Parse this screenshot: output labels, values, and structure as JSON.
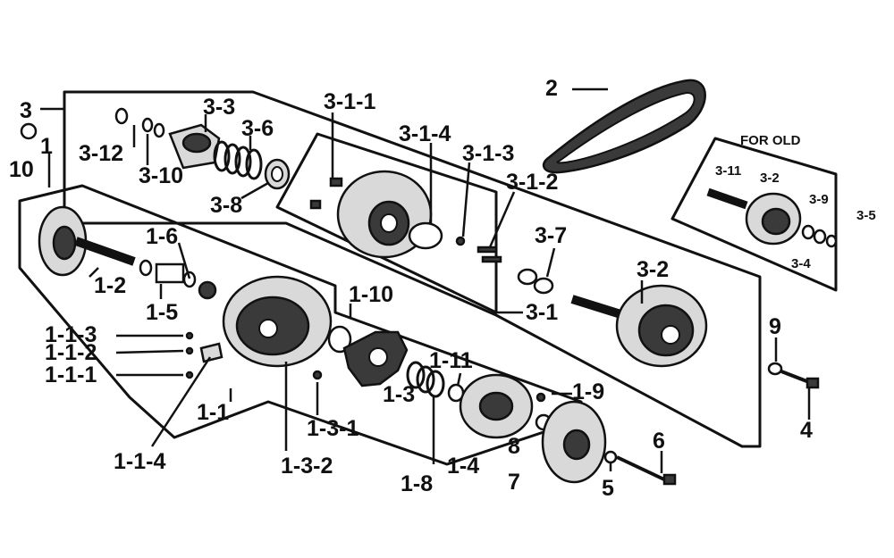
{
  "diagram": {
    "colors": {
      "ink": "#111111",
      "part_fill": "#d9d9d9",
      "dark_fill": "#3a3a3a",
      "background": "#ffffff"
    },
    "labels": {
      "n3": "3",
      "n10": "10",
      "n1": "1",
      "n3_12": "3-12",
      "n3_10": "3-10",
      "n3_3": "3-3",
      "n3_6": "3-6",
      "n3_8": "3-8",
      "n3_1_1": "3-1-1",
      "n3_1_4": "3-1-4",
      "n3_1_3": "3-1-3",
      "n3_1_2": "3-1-2",
      "n2": "2",
      "for_old": "FOR OLD",
      "n3_11": "3-11",
      "n3_2_old": "3-2",
      "n3_9": "3-9",
      "n3_5": "3-5",
      "n3_4": "3-4",
      "n3_7": "3-7",
      "n3_2": "3-2",
      "n3_1": "3-1",
      "n1_6": "1-6",
      "n1_2": "1-2",
      "n1_5": "1-5",
      "n1_10": "1-10",
      "n1_1_3": "1-1-3",
      "n1_1_2": "1-1-2",
      "n1_1_1": "1-1-1",
      "n1_1": "1-1",
      "n1_11": "1-11",
      "n1_3": "1-3",
      "n1_9": "1-9",
      "n1_3_1": "1-3-1",
      "n1_1_4": "1-1-4",
      "n1_3_2": "1-3-2",
      "n1_8": "1-8",
      "n1_4": "1-4",
      "n9": "9",
      "n4": "4",
      "n8": "8",
      "n6": "6",
      "n7": "7",
      "n5": "5"
    }
  }
}
